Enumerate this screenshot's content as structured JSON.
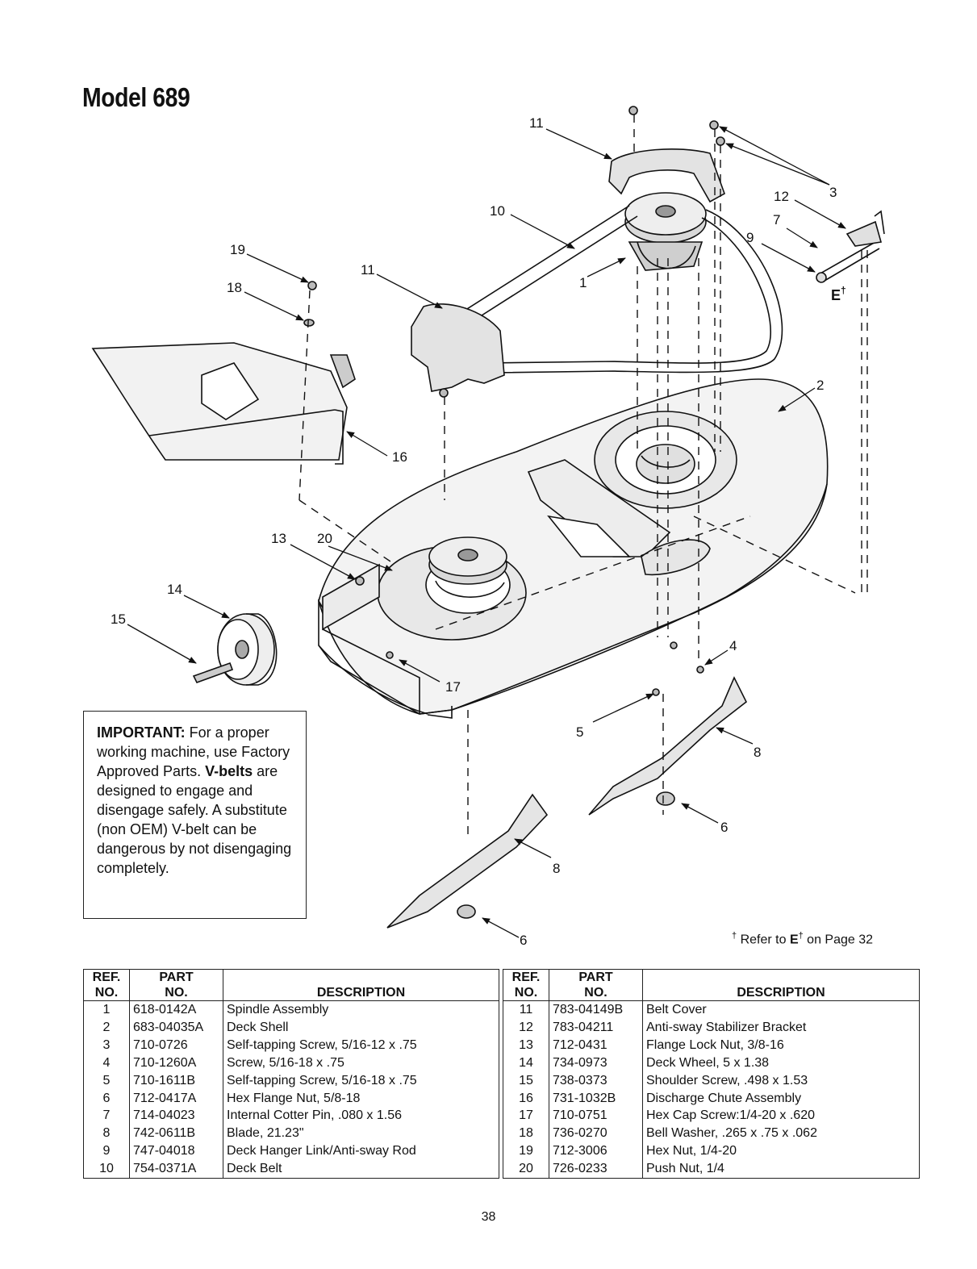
{
  "title": "Model 689",
  "important": {
    "label": "IMPORTANT:",
    "text1": " For a proper working machine, use Factory Approved Parts.",
    "vbelts": "V-belts",
    "text2": " are designed to engage and disengage safely. A substitute (non OEM) V-belt can be dangerous by not disengaging completely."
  },
  "refer_note": {
    "dagger": "†",
    "prefix": " Refer to ",
    "code": "E",
    "code_sup": "†",
    "suffix": " on Page 32"
  },
  "callouts": {
    "c1": "1",
    "c2": "2",
    "c3": "3",
    "c4": "4",
    "c5": "5",
    "c6a": "6",
    "c6b": "6",
    "c7": "7",
    "c8a": "8",
    "c8b": "8",
    "c9": "9",
    "c10": "10",
    "c11a": "11",
    "c11b": "11",
    "c12": "12",
    "c13": "13",
    "c14": "14",
    "c15": "15",
    "c16": "16",
    "c17": "17",
    "c18": "18",
    "c19": "19",
    "c20": "20",
    "e_ref": "E",
    "e_sup": "†"
  },
  "table_headers": {
    "ref_line1": "REF.",
    "ref_line2": "NO.",
    "part_line1": "PART",
    "part_line2": "NO.",
    "desc": "DESCRIPTION"
  },
  "parts_left": [
    {
      "ref": "1",
      "part": "618-0142A",
      "desc": "Spindle Assembly"
    },
    {
      "ref": "2",
      "part": "683-04035A",
      "desc": "Deck Shell"
    },
    {
      "ref": "3",
      "part": "710-0726",
      "desc": "Self-tapping Screw, 5/16-12 x .75"
    },
    {
      "ref": "4",
      "part": "710-1260A",
      "desc": "Screw, 5/16-18 x .75"
    },
    {
      "ref": "5",
      "part": "710-1611B",
      "desc": "Self-tapping Screw, 5/16-18 x .75"
    },
    {
      "ref": "6",
      "part": "712-0417A",
      "desc": "Hex Flange Nut, 5/8-18"
    },
    {
      "ref": "7",
      "part": "714-04023",
      "desc": "Internal Cotter Pin, .080 x 1.56"
    },
    {
      "ref": "8",
      "part": "742-0611B",
      "desc": "Blade, 21.23\""
    },
    {
      "ref": "9",
      "part": "747-04018",
      "desc": "Deck Hanger Link/Anti-sway Rod"
    },
    {
      "ref": "10",
      "part": "754-0371A",
      "desc": "Deck Belt"
    }
  ],
  "parts_right": [
    {
      "ref": "11",
      "part": "783-04149B",
      "desc": "Belt Cover"
    },
    {
      "ref": "12",
      "part": "783-04211",
      "desc": "Anti-sway Stabilizer Bracket"
    },
    {
      "ref": "13",
      "part": "712-0431",
      "desc": "Flange Lock Nut, 3/8-16"
    },
    {
      "ref": "14",
      "part": "734-0973",
      "desc": "Deck Wheel, 5 x 1.38"
    },
    {
      "ref": "15",
      "part": "738-0373",
      "desc": "Shoulder Screw, .498 x 1.53"
    },
    {
      "ref": "16",
      "part": "731-1032B",
      "desc": "Discharge Chute Assembly"
    },
    {
      "ref": "17",
      "part": "710-0751",
      "desc": "Hex Cap Screw:1/4-20 x .620"
    },
    {
      "ref": "18",
      "part": "736-0270",
      "desc": "Bell Washer, .265 x .75 x .062"
    },
    {
      "ref": "19",
      "part": "712-3006",
      "desc": "Hex Nut, 1/4-20"
    },
    {
      "ref": "20",
      "part": "726-0233",
      "desc": "Push Nut, 1/4"
    }
  ],
  "page_number": "38"
}
